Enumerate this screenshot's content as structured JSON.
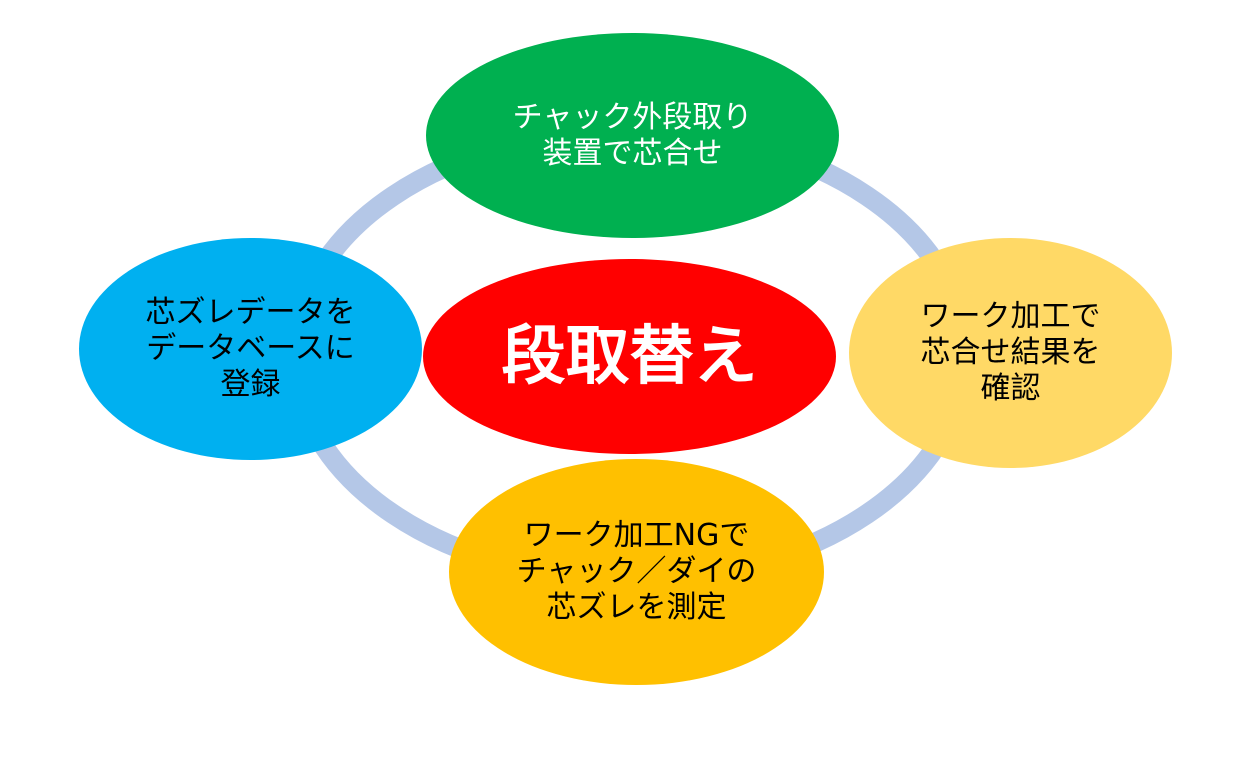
{
  "diagram": {
    "ring_color": "#b4c7e7",
    "center": {
      "label": "段取替え",
      "color": "#ff0000",
      "text_color": "#ffffff"
    },
    "nodes": {
      "top": {
        "label": "チャック外段取り\n装置で芯合せ",
        "color": "#00b050",
        "text_color": "#ffffff"
      },
      "right": {
        "label": "ワーク加工で\n芯合せ結果を\n確認",
        "color": "#ffd966",
        "text_color": "#000000"
      },
      "bottom": {
        "label": "ワーク加工NGで\nチャック／ダイの\n芯ズレを測定",
        "color": "#ffc000",
        "text_color": "#000000"
      },
      "left": {
        "label": "芯ズレデータを\nデータベースに\n登録",
        "color": "#00b0f0",
        "text_color": "#000000"
      }
    }
  }
}
